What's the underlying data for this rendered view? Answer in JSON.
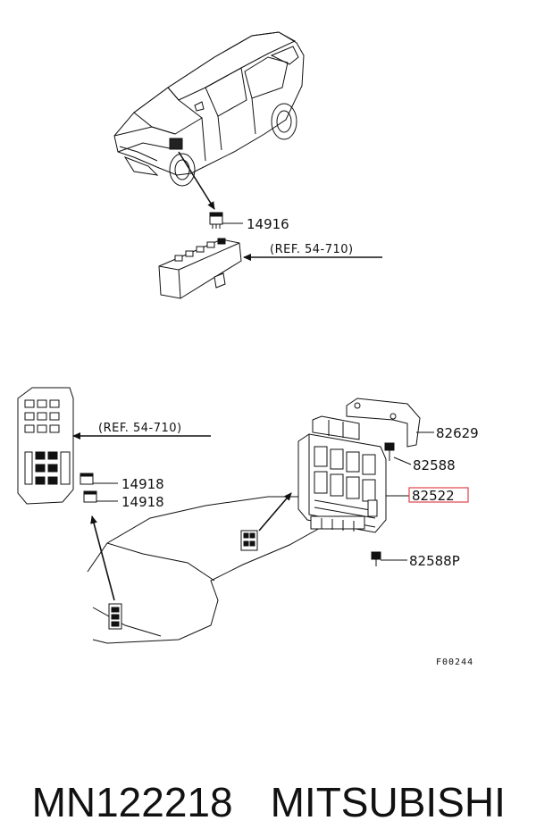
{
  "labels": {
    "part_14916": "14916",
    "ref_top": "(REF. 54-710)",
    "ref_left": "(REF. 54-710)",
    "part_14918_a": "14918",
    "part_14918_b": "14918",
    "part_82629": "82629",
    "part_82588": "82588",
    "part_82522": "82522",
    "part_82588p": "82588P",
    "figure_code": "F00244"
  },
  "footer": {
    "part_number": "MN122218",
    "brand": "MITSUBISHI"
  },
  "colors": {
    "line": "#111111",
    "highlight_box": "#e0434b"
  }
}
